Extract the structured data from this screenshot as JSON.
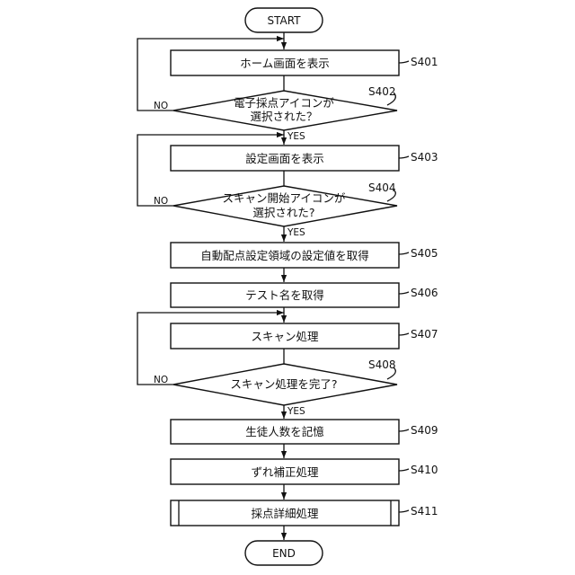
{
  "flowchart": {
    "terminals": {
      "start": "START",
      "end": "END"
    },
    "steps": {
      "s401": {
        "id": "S401",
        "text": "ホーム画面を表示"
      },
      "s402": {
        "id": "S402",
        "line1": "電子採点アイコンが",
        "line2": "選択された？"
      },
      "s403": {
        "id": "S403",
        "text": "設定画面を表示"
      },
      "s404": {
        "id": "S404",
        "line1": "スキャン開始アイコンが",
        "line2": "選択された?"
      },
      "s405": {
        "id": "S405",
        "text": "自動配点設定領域の設定値を取得"
      },
      "s406": {
        "id": "S406",
        "text": "テスト名を取得"
      },
      "s407": {
        "id": "S407",
        "text": "スキャン処理"
      },
      "s408": {
        "id": "S408",
        "text": "スキャン処理を完了?"
      },
      "s409": {
        "id": "S409",
        "text": "生徒人数を記憶"
      },
      "s410": {
        "id": "S410",
        "text": "ずれ補正処理"
      },
      "s411": {
        "id": "S411",
        "text": "採点詳細処理"
      }
    },
    "branch_labels": {
      "yes": "YES",
      "no": "NO"
    }
  }
}
